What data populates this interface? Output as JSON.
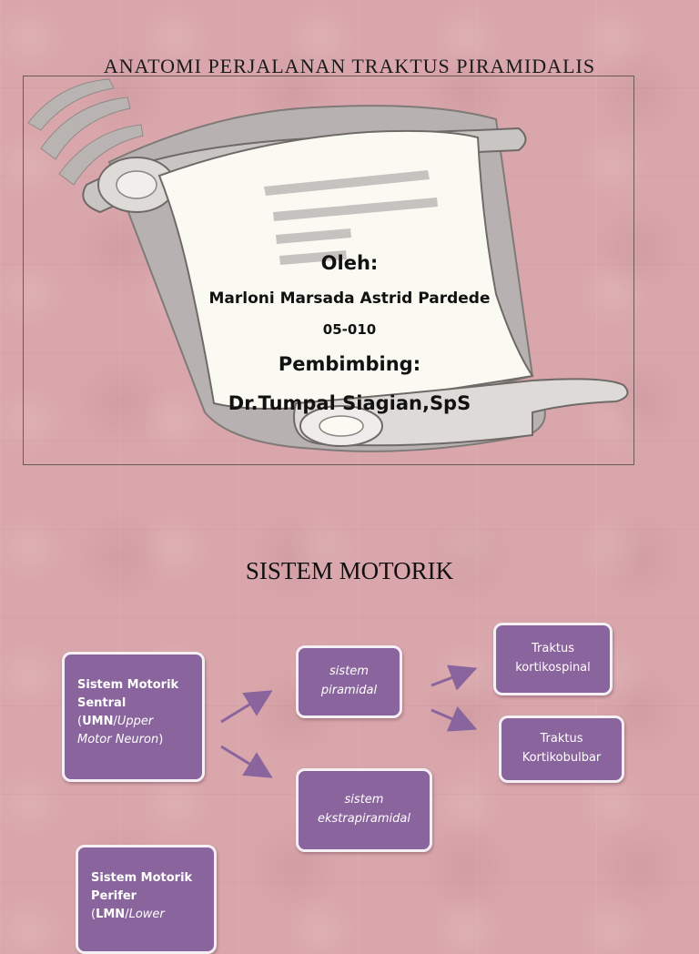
{
  "slide1": {
    "title": "ANATOMI PERJALANAN TRAKTUS PIRAMIDALIS",
    "oleh": "Oleh:",
    "author": "Marloni Marsada Astrid Pardede",
    "student_id": "05-010",
    "pembimbing": "Pembimbing:",
    "advisor": "Dr.Tumpal Siagian,SpS"
  },
  "slide2": {
    "title": "SISTEM MOTORIK",
    "sentral": {
      "line1": "Sistem Motorik",
      "line2": "Sentral",
      "open": "(",
      "abbr": "UMN",
      "slash": "/",
      "ital1": "Upper",
      "ital2": "Motor Neuron",
      "close": ")"
    },
    "piramidal": {
      "line1": "sistem",
      "line2": "piramidal"
    },
    "ekstrapiramidal": {
      "line1": "sistem",
      "line2": "ekstrapiramidal"
    },
    "kortikospinal": {
      "line1": "Traktus",
      "line2": "kortikospinal"
    },
    "kortikobulbar": {
      "line1": "Traktus",
      "line2": "Kortikobulbar"
    },
    "perifer": {
      "line1": "Sistem Motorik",
      "line2": "Perifer",
      "open": "(",
      "abbr": "LMN",
      "slash": "/",
      "ital1": "Lower"
    }
  },
  "colors": {
    "background": "#d9a6ab",
    "box_fill": "#8a649d",
    "box_border": "#f4f0f6",
    "arrow": "#8a649d"
  },
  "icons": [
    "scroll-clipart",
    "arrow-right-up",
    "arrow-right-down"
  ]
}
